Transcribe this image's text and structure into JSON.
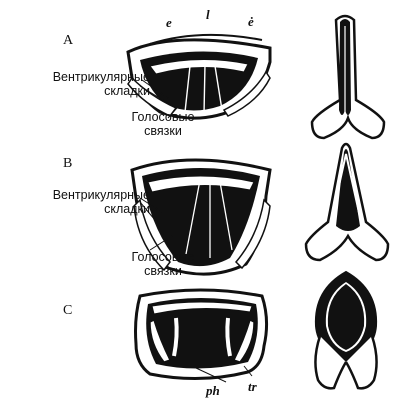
{
  "rows": [
    {
      "letter": "A",
      "top_marks": {
        "e": "e",
        "l": "l",
        "e_dot": "ė"
      },
      "label_1": [
        "Вентрикулярные",
        "складки"
      ],
      "label_2": [
        "Голосовые",
        "связки"
      ]
    },
    {
      "letter": "B",
      "label_1": [
        "Вентрикулярные",
        "складки"
      ],
      "label_2": [
        "Голосовые",
        "связки"
      ]
    },
    {
      "letter": "C",
      "bottom_marks": {
        "ph": "ph",
        "tr": "tr"
      }
    }
  ],
  "colors": {
    "ink": "#111111",
    "paper": "#ffffff"
  }
}
